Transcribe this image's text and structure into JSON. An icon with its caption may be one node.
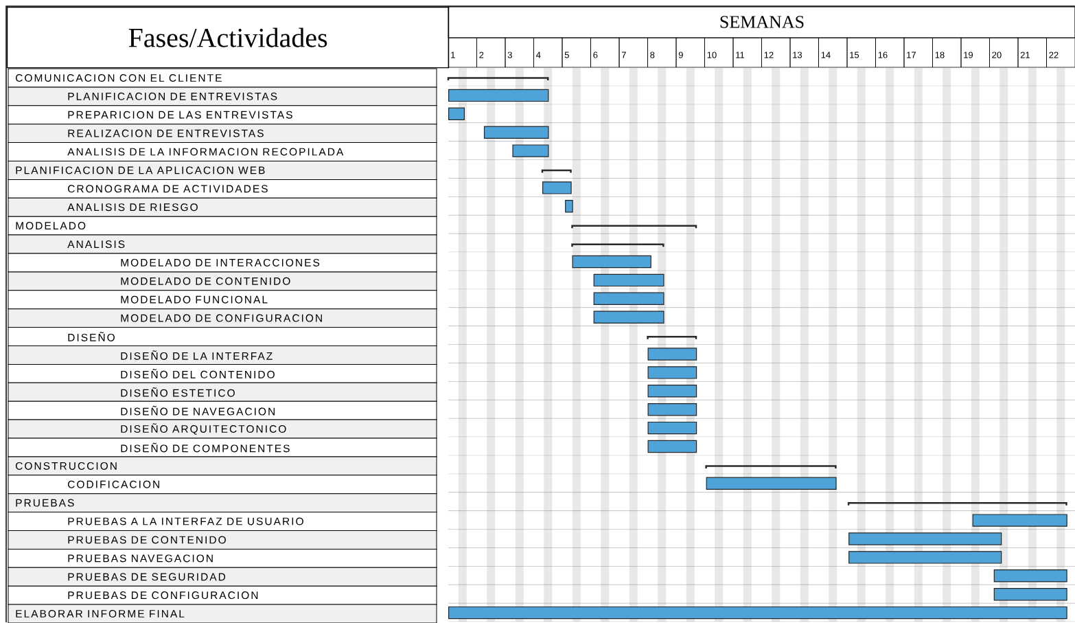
{
  "diagram": {
    "nodes": [
      {
        "text": [],
        "shape": "bracket"
      },
      {
        "text": [],
        "shape": "bar"
      },
      {
        "text": [],
        "shape": "bar"
      },
      {
        "text": [],
        "shape": "bar"
      },
      {
        "text": [],
        "shape": "bar"
      },
      {
        "text": [],
        "shape": "bracket"
      },
      {
        "text": [],
        "shape": "bar"
      },
      {
        "text": [],
        "shape": "bar"
      },
      {
        "text": [],
        "shape": "bracket"
      },
      {
        "text": [],
        "shape": "bracket"
      },
      {
        "text": [],
        "shape": "bar"
      },
      {
        "text": [],
        "shape": "bar"
      },
      {
        "text": [],
        "shape": "bar"
      },
      {
        "text": [],
        "shape": "bar"
      },
      {
        "text": [],
        "shape": "bracket"
      },
      {
        "text": [],
        "shape": "bar"
      },
      {
        "text": [],
        "shape": "bar"
      },
      {
        "text": [],
        "shape": "bar"
      },
      {
        "text": [],
        "shape": "bar"
      },
      {
        "text": [],
        "shape": "bar"
      },
      {
        "text": [],
        "shape": "bar"
      },
      {
        "text": [],
        "shape": "bracket"
      },
      {
        "text": [],
        "shape": "bar"
      },
      {
        "text": [],
        "shape": "bracket"
      },
      {
        "text": [],
        "shape": "bar"
      },
      {
        "text": [],
        "shape": "bar"
      },
      {
        "text": [],
        "shape": "bar"
      },
      {
        "text": [],
        "shape": "bar"
      },
      {
        "text": [],
        "shape": "bar"
      },
      {
        "text": [],
        "shape": "bar"
      }
    ],
    "labels": [
      "Fases/Actividades",
      "SEMANAS",
      "1",
      "2",
      "3",
      "4",
      "5",
      "6",
      "7",
      "8",
      "9",
      "10",
      "11",
      "12",
      "13",
      "14",
      "15",
      "16",
      "17",
      "18",
      "19",
      "20",
      "21",
      "22",
      "COMUNICACION CON EL CLIENTE",
      "PLANIFICACION DE ENTREVISTAS",
      "PREPARICION DE LAS ENTREVISTAS",
      "REALIZACION DE ENTREVISTAS",
      "ANALISIS DE LA INFORMACION RECOPILADA",
      "PLANIFICACION DE LA APLICACION WEB",
      "CRONOGRAMA DE ACTIVIDADES",
      "ANALISIS DE RIESGO",
      "MODELADO",
      "ANALISIS",
      "MODELADO DE INTERACCIONES",
      "MODELADO DE CONTENIDO",
      "MODELADO FUNCIONAL",
      "MODELADO DE CONFIGURACION",
      "DISEÑO",
      "DISEÑO DE LA INTERFAZ",
      "DISEÑO DEL CONTENIDO",
      "DISEÑO ESTETICO",
      "DISEÑO DE NAVEGACION",
      "DISEÑO ARQUITECTONICO",
      "DISEÑO DE COMPONENTES",
      "CONSTRUCCION",
      "CODIFICACION",
      "PRUEBAS",
      "PRUEBAS A LA INTERFAZ DE USUARIO",
      "PRUEBAS DE CONTENIDO",
      "PRUEBAS NAVEGACION",
      "PRUEBAS DE SEGURIDAD",
      "PRUEBAS DE CONFIGURACION",
      "ELABORAR INFORME FINAL"
    ]
  }
}
